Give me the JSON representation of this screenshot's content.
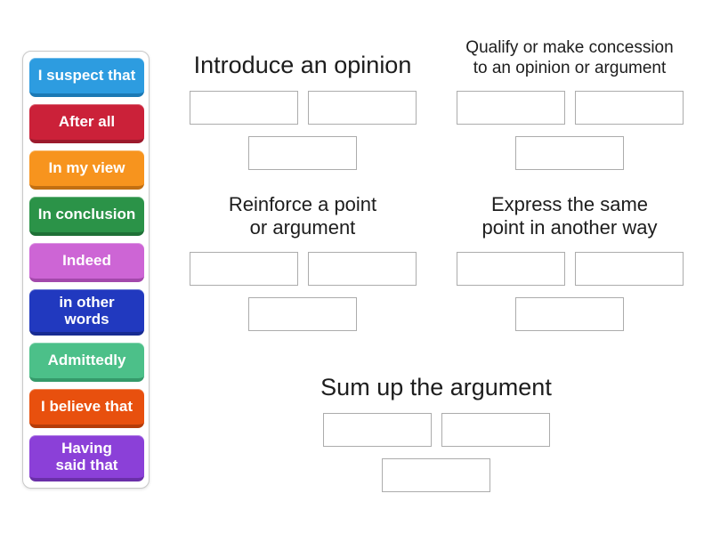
{
  "page": {
    "background_color": "#ffffff",
    "heading_color": "#1d1d1d",
    "slot_border_color": "#acacac"
  },
  "word_bank": {
    "tiles": [
      {
        "label": "I suspect that",
        "color": "#2d9ce0",
        "dark": "#1b79b4"
      },
      {
        "label": "After all",
        "color": "#cb2139",
        "dark": "#9c1a2d"
      },
      {
        "label": "In my view",
        "color": "#f7941e",
        "dark": "#c26f12"
      },
      {
        "label": "In conclusion",
        "color": "#2b9348",
        "dark": "#1e7036"
      },
      {
        "label": "Indeed",
        "color": "#cd65d5",
        "dark": "#a348ab"
      },
      {
        "label": "in other\nwords",
        "color": "#2139bf",
        "dark": "#172b92"
      },
      {
        "label": "Admittedly",
        "color": "#4cc089",
        "dark": "#359a6a"
      },
      {
        "label": "I believe that",
        "color": "#e8500e",
        "dark": "#b53c09"
      },
      {
        "label": "Having\nsaid that",
        "color": "#8b40d8",
        "dark": "#6a2fa8"
      }
    ]
  },
  "groups": [
    {
      "label": "Introduce an opinion",
      "slot_rows": [
        2,
        1
      ],
      "span": 1
    },
    {
      "label": "Qualify or make concession\nto an opinion or argument",
      "slot_rows": [
        2,
        1
      ],
      "span": 1
    },
    {
      "label": "Reinforce a point\nor argument",
      "slot_rows": [
        2,
        1
      ],
      "span": 1
    },
    {
      "label": "Express the same\npoint in another way",
      "slot_rows": [
        2,
        1
      ],
      "span": 1
    },
    {
      "label": "Sum up the argument",
      "slot_rows": [
        2,
        1
      ],
      "span": 2
    }
  ]
}
